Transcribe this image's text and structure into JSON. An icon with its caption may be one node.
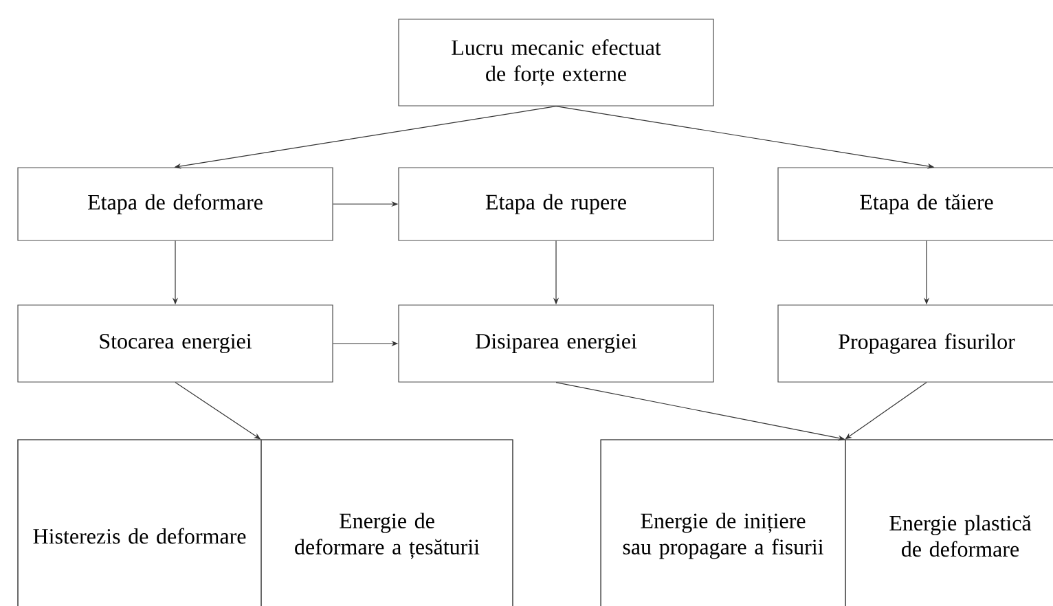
{
  "diagram": {
    "nodes": [
      {
        "text": [
          "Lucru mecanic efectuat de forțe externe"
        ]
      },
      {
        "text": [
          "Etapa de deformare"
        ]
      },
      {
        "text": [
          "Etapa de rupere"
        ]
      },
      {
        "text": [
          "Etapa de tăiere"
        ]
      },
      {
        "text": [
          "Stocarea energiei"
        ]
      },
      {
        "text": [
          "Disiparea energiei"
        ]
      },
      {
        "text": [
          "Propagarea fisurilor"
        ]
      },
      {
        "text": [],
        "shape": "box"
      },
      {
        "text": [
          "Histerezis de deformare"
        ],
        "in": 7
      },
      {
        "text": [
          "Energie de deformare a țesăturii"
        ],
        "in": 7
      },
      {
        "text": [],
        "shape": "box"
      },
      {
        "text": [
          "Energie de inițiere sau propagare a fisurii"
        ],
        "in": 10
      },
      {
        "text": [
          "Energie plastică de deformare"
        ],
        "in": 10
      }
    ],
    "edges": [
      {
        "from": 0,
        "to": 1,
        "arrow": "to"
      },
      {
        "from": 0,
        "to": 3,
        "arrow": "to"
      },
      {
        "from": 1,
        "to": 2,
        "arrow": "to"
      },
      {
        "from": 1,
        "to": 4,
        "arrow": "to"
      },
      {
        "from": 2,
        "to": 5,
        "arrow": "to"
      },
      {
        "from": 3,
        "to": 6,
        "arrow": "to"
      },
      {
        "from": 4,
        "to": 5,
        "arrow": "to"
      },
      {
        "from": 4,
        "to": 7,
        "arrow": "to"
      },
      {
        "from": 5,
        "to": 10,
        "arrow": "to"
      },
      {
        "from": 6,
        "to": 10,
        "arrow": "to"
      }
    ]
  }
}
